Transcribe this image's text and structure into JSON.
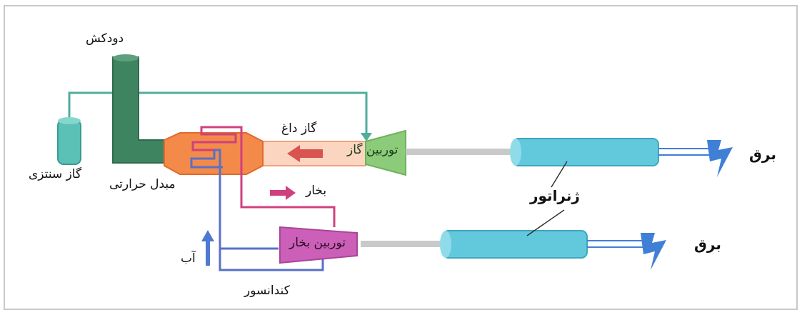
{
  "labels": {
    "chimney": "دودکش",
    "hot_gas": "گاز داغ",
    "synthesis_gas": "گاز سنتزی",
    "heat_exchanger": "مبدل حرارتی",
    "gas_turbine": "توربین گاز",
    "steam": "بخار",
    "steam_turbine": "توربین بخار",
    "water": "آب",
    "condenser": "کندانسور",
    "generator": "ژنراتور",
    "electricity_top": "برق",
    "electricity_bottom": "برق"
  },
  "colors": {
    "chimney": "#3f8460",
    "gas_tank": "#5bc0b5",
    "exchanger": "#f48a4a",
    "gas_turbine": "#8ccb7a",
    "steam_turbine": "#cc5fb8",
    "generator": "#62c9dd",
    "steam_pipe": "#d0407f",
    "water_pipe": "#5870c8",
    "gas_pipe": "#4fae9c",
    "shaft": "#c9c9c9",
    "lightning": "#3f7fd6"
  }
}
